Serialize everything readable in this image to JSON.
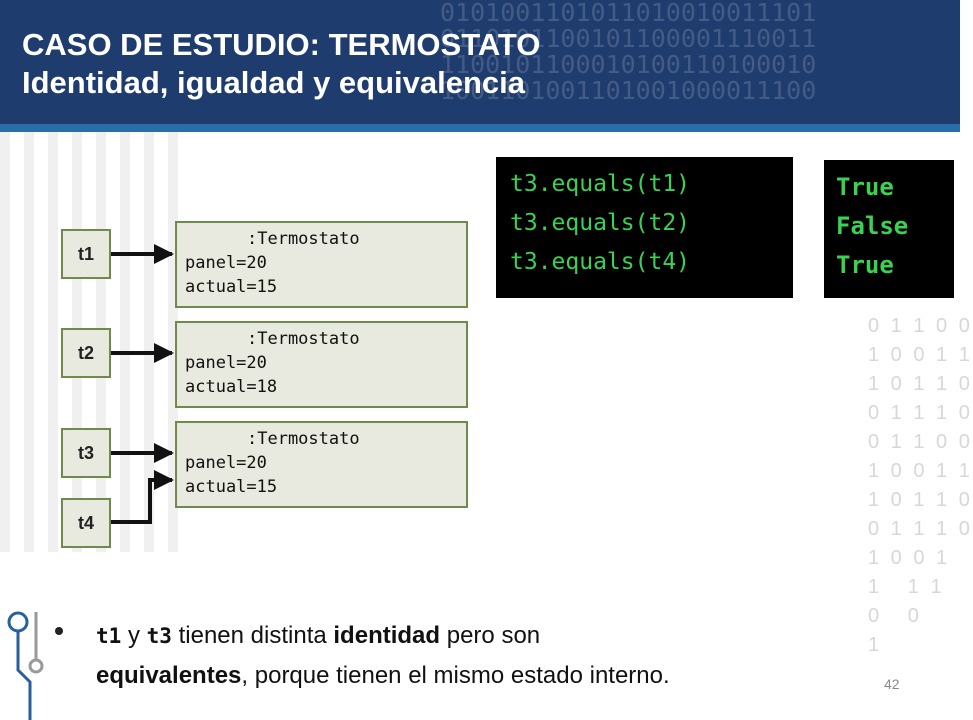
{
  "header": {
    "title_line1": "CASO DE ESTUDIO: TERMOSTATO",
    "title_line2": "Identidad, igualdad y equivalencia",
    "binary_decor": "0101001101011010010011101\n0110101100101100001110011\n1100101100010100110100010\n1001101001101001000011100"
  },
  "variables": {
    "t1": "t1",
    "t2": "t2",
    "t3": "t3",
    "t4": "t4"
  },
  "objects": [
    {
      "class": ":Termostato",
      "panel": "panel=20",
      "actual": "actual=15"
    },
    {
      "class": ":Termostato",
      "panel": "panel=20",
      "actual": "actual=18"
    },
    {
      "class": ":Termostato",
      "panel": "panel=20",
      "actual": "actual=15"
    }
  ],
  "code": [
    "t3.equals(t1)",
    "t3.equals(t2)",
    "t3.equals(t4)"
  ],
  "results": [
    "True",
    "False",
    "True"
  ],
  "bullet": {
    "t1": "t1",
    "y": "y",
    "t3": "t3",
    "text1": "tienen distinta",
    "identidad": "identidad",
    "text2": "pero son",
    "equivalentes": "equivalentes",
    "text3": ", porque tienen el mismo estado interno."
  },
  "right_binary": "0 1 1 0 0\n1 0 0 1 1\n1 0 1 1 0\n0 1 1 1 0\n0 1 1 0 0\n1 0 0 1 1\n1 0 1 1 0\n0 1 1 1 0\n1 0 0 1\n1   1 1\n0   0\n1",
  "page_number": "42",
  "colors": {
    "header": "#1f3c6e",
    "code_text": "#39d353",
    "box_fill": "#e8eadf",
    "box_border": "#6f8a4a"
  }
}
